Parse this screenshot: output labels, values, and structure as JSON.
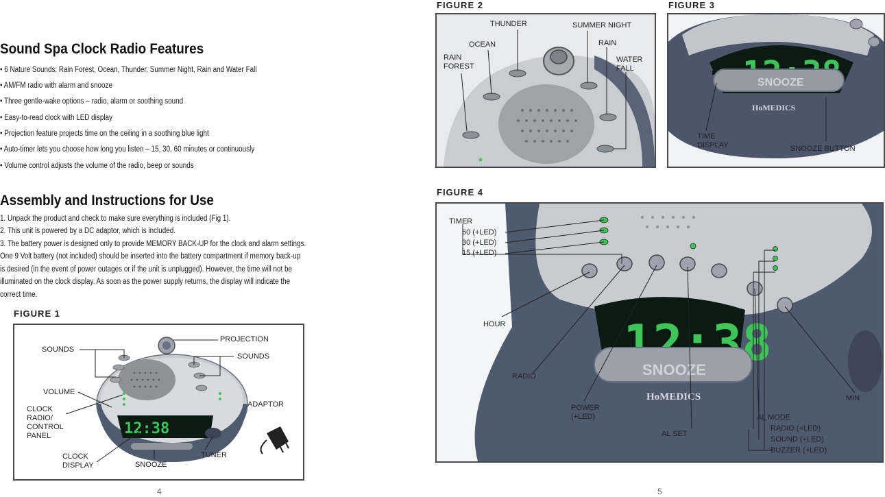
{
  "left_page": {
    "features_title": "Sound Spa Clock Radio Features",
    "features": [
      "• 6 Nature Sounds:  Rain Forest, Ocean, Thunder, Summer Night, Rain and Water Fall",
      "• AM/FM radio with alarm and snooze",
      "• Three gentle-wake options – radio, alarm or soothing sound",
      "• Easy-to-read clock with LED display",
      "• Projection feature projects time on the ceiling in a soothing blue light",
      "• Auto-timer lets you choose how long you listen – 15, 30, 60 minutes or continuously",
      "• Volume control adjusts the volume of the radio, beep or sounds"
    ],
    "assembly_title": "Assembly and Instructions for Use",
    "steps": [
      "1. Unpack the product and check to make sure everything is included (Fig 1).",
      "2. This unit is powered by a DC adaptor, which is included.",
      "3. The battery power is designed only to provide MEMORY BACK-UP for the clock and alarm settings.",
      "    One 9 Volt battery (not included) should be inserted into the battery compartment if memory back-up",
      "    is desired (in the event of power outages or if the unit is unplugged).  However, the time will not be",
      "    illuminated on the clock display.  As soon as the power supply returns, the display will indicate the",
      "    correct time."
    ],
    "page_number": "4"
  },
  "figure1": {
    "label": "FIGURE 1",
    "callouts": {
      "sounds_left": "SOUNDS",
      "projection": "PROJECTION",
      "sounds_right": "SOUNDS",
      "volume": "VOLUME",
      "clock_radio_panel": "CLOCK\nRADIO/\nCONTROL\nPANEL",
      "adaptor": "ADAPTOR",
      "clock_display": "CLOCK\nDISPLAY",
      "snooze": "SNOOZE",
      "tuner": "TUNER"
    },
    "display_time": "12:38"
  },
  "figure2": {
    "label": "FIGURE 2",
    "callouts": {
      "thunder": "THUNDER",
      "summer_night": "SUMMER NIGHT",
      "ocean": "OCEAN",
      "rain": "RAIN",
      "rain_forest": "RAIN\nFOREST",
      "water_fall": "WATER\nFALL"
    }
  },
  "figure3": {
    "label": "FIGURE 3",
    "callouts": {
      "time_display": "TIME\nDISPLAY",
      "snooze_button": "SNOOZE BUTTON"
    },
    "display_time": "12:38",
    "snooze_text": "SNOOZE",
    "brand": "HoMEDICS"
  },
  "figure4": {
    "label": "FIGURE 4",
    "callouts": {
      "timer": "TIMER",
      "t60": "60 (+LED)",
      "t30": "30 (+LED)",
      "t15": "15 (+LED)",
      "hour": "HOUR",
      "radio": "RADIO",
      "power": "POWER\n(+LED)",
      "al_set": "AL SET",
      "min": "MIN",
      "al_mode": "AL MODE",
      "radio_led": "RADIO (+LED)",
      "sound_led": "SOUND (+LED)",
      "buzzer_led": "BUZZER (+LED)"
    },
    "display_time": "12:38",
    "snooze_text": "SNOOZE",
    "brand": "HoMEDICS"
  },
  "right_page": {
    "page_number": "5"
  },
  "colors": {
    "lcd_green": "#3fc45a",
    "body_silver": "#b9bcc0",
    "housing_blue": "#4a5568",
    "lcd_bg": "#0c1a14"
  }
}
